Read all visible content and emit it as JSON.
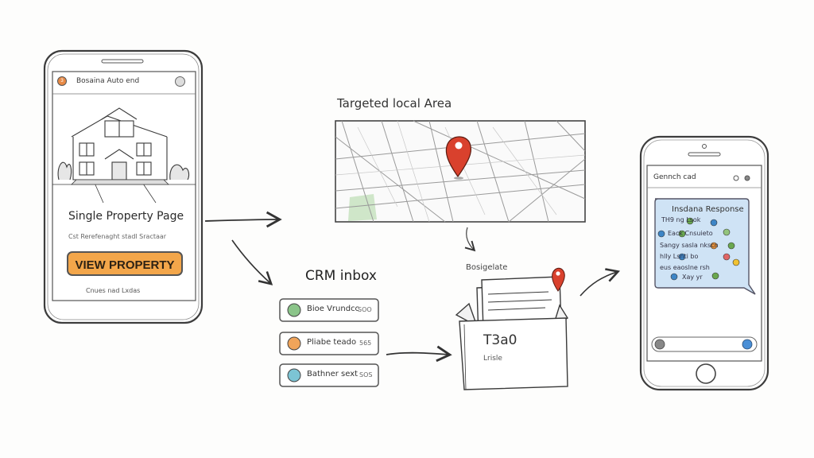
{
  "left_phone": {
    "app_title": "Bosaina Auto end",
    "app_icon_glyph": "3",
    "page_title": "Single Property Page",
    "page_subtitle": "Cst Rerefenaght stadl Sractaar",
    "cta_label": "VIEW PROPERTY",
    "footer_text": "Cnues nad Lxdas"
  },
  "map": {
    "title": "Targeted local Area"
  },
  "crm": {
    "title": "CRM inbox",
    "items": [
      {
        "label": "Bioe Vrundcc",
        "count": "SOO",
        "color": "#8bc58a"
      },
      {
        "label": "Pliabe teado",
        "count": "565",
        "color": "#f0a45a"
      },
      {
        "label": "Bathner sext",
        "count": "SOS",
        "color": "#7cc4d4"
      }
    ]
  },
  "box": {
    "label": "Bosigelate",
    "count": "T3a0",
    "sub": "Lrisle"
  },
  "right_phone": {
    "title": "Gennch cad",
    "bubble_title": "Insdana Response",
    "lines": [
      "TH9 ng  Lsok",
      "Eack  Cnsuieto",
      "Sangy sasla nkscn",
      "hlly  Lsnti bo",
      "eus eaoslne rsh",
      "Xay  yr"
    ]
  },
  "colors": {
    "accent_orange": "#f3a64a",
    "pin_red": "#d9412d",
    "bubble_blue": "#cfe3f5",
    "map_green": "#cfe6c9"
  }
}
